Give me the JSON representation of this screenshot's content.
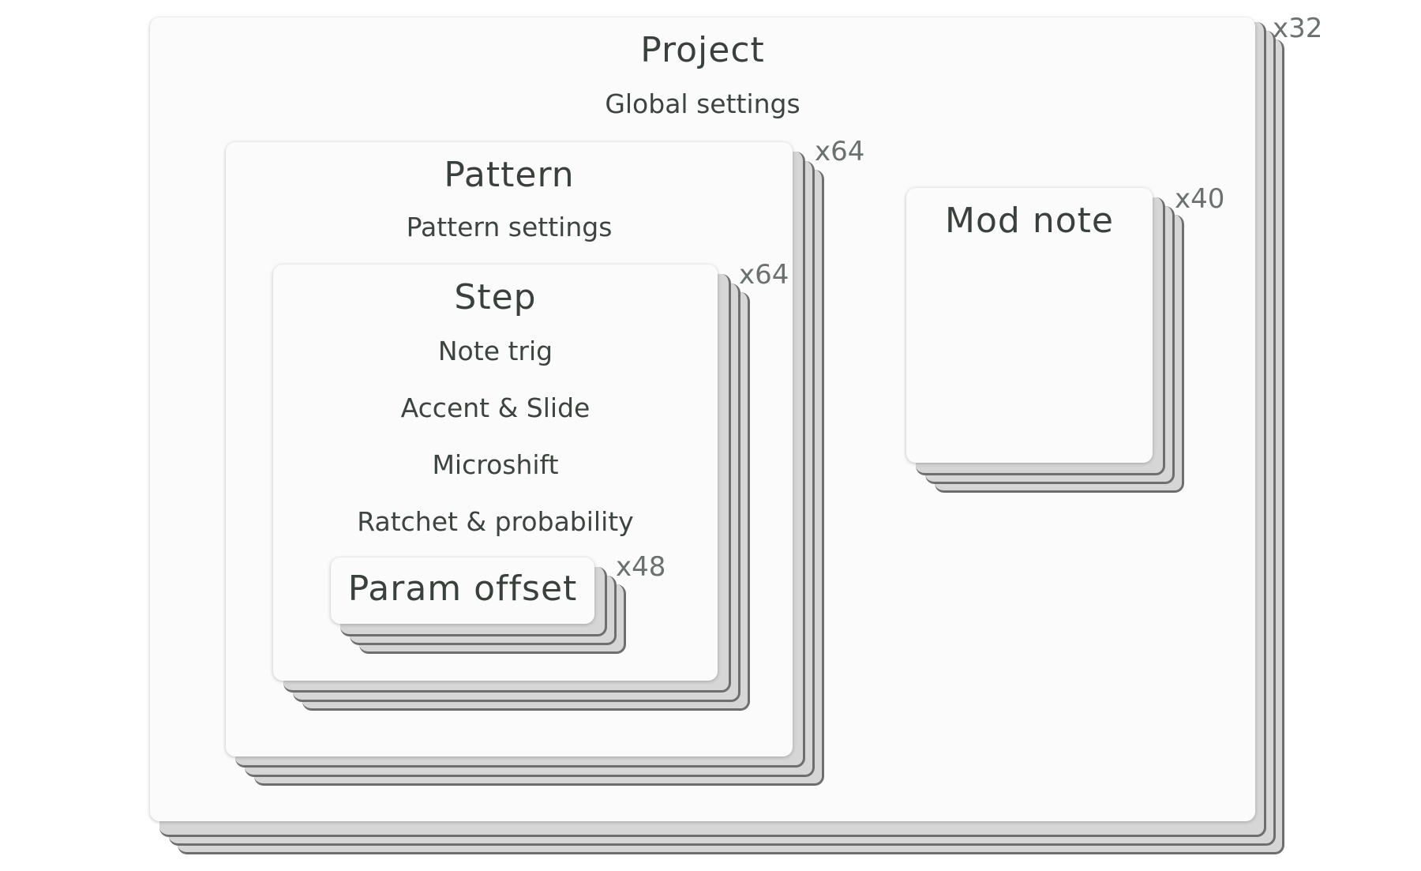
{
  "project": {
    "title": "Project",
    "subtitle": "Global settings",
    "count": "x32"
  },
  "pattern": {
    "title": "Pattern",
    "subtitle": "Pattern settings",
    "count": "x64"
  },
  "step": {
    "title": "Step",
    "count": "x64",
    "items": [
      "Note trig",
      "Accent & Slide",
      "Microshift",
      "Ratchet & probability"
    ]
  },
  "param_offset": {
    "title": "Param offset",
    "count": "x48"
  },
  "mod_note": {
    "title": "Mod note",
    "count": "x40"
  },
  "colors": {
    "card": "#fbfbfb",
    "card_stack_edge": "#6e6e6e",
    "text": "#3a403c",
    "count_text": "#6b716d"
  }
}
